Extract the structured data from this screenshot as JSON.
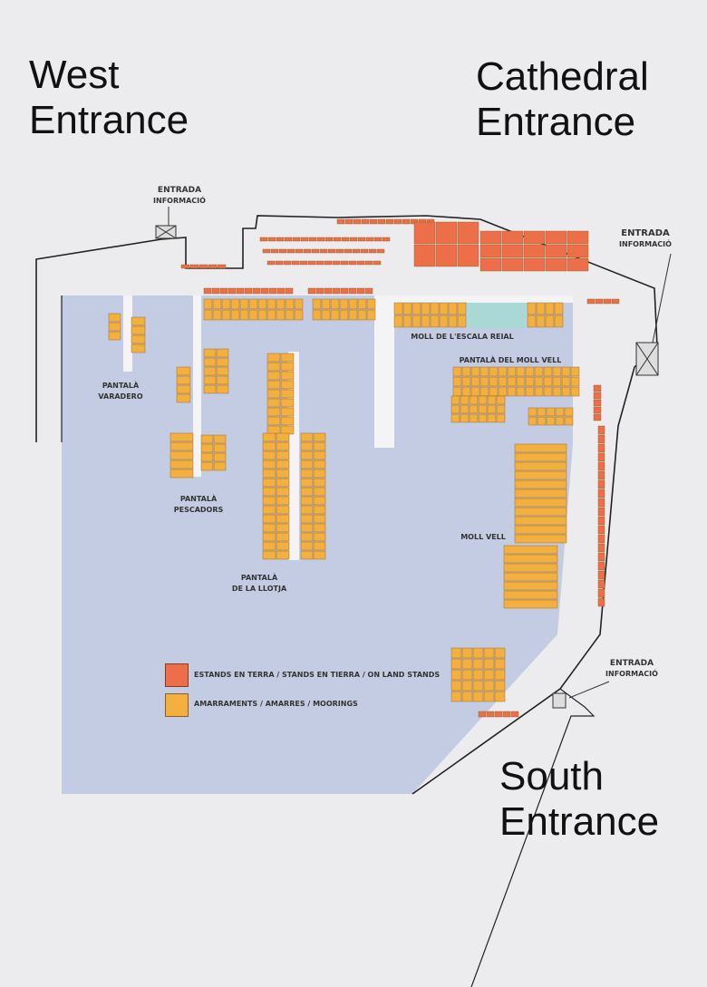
{
  "labels": {
    "west_line1": "West",
    "west_line2": "Entrance",
    "cathedral_line1": "Cathedral",
    "cathedral_line2": "Entrance",
    "south_line1": "South",
    "south_line2": "Entrance"
  },
  "entrances": [
    {
      "id": "west",
      "line1": "ENTRADA",
      "line2": "INFORMACIÓ"
    },
    {
      "id": "cathedral",
      "line1": "ENTRADA",
      "line2": "INFORMACIÓ"
    },
    {
      "id": "south",
      "line1": "ENTRADA",
      "line2": "INFORMACIÓ"
    }
  ],
  "areas": {
    "moll_escala_reial": "MOLL DE L'ESCALA REIAL",
    "pantala_moll_vell": "PANTALÀ DEL MOLL VELL",
    "moll_vell": "MOLL VELL",
    "pantala_varadero_1": "PANTALÀ",
    "pantala_varadero_2": "VARADERO",
    "pantala_pescadors_1": "PANTALÀ",
    "pantala_pescadors_2": "PESCADORS",
    "pantala_llotja_1": "PANTALÀ",
    "pantala_llotja_2": "DE LA LLOTJA"
  },
  "legend": [
    {
      "label": "ESTANDS EN TERRA / STANDS EN TIERRA / ON LAND STANDS",
      "color": "#ec6f4a"
    },
    {
      "label": "AMARRAMENTS / AMARRES / MOORINGS",
      "color": "#f4b03e"
    }
  ],
  "colors": {
    "water": "#c3cce3",
    "land": "#f4f4f6",
    "stand": "#ec6f4a",
    "mooring": "#f4b03e"
  }
}
